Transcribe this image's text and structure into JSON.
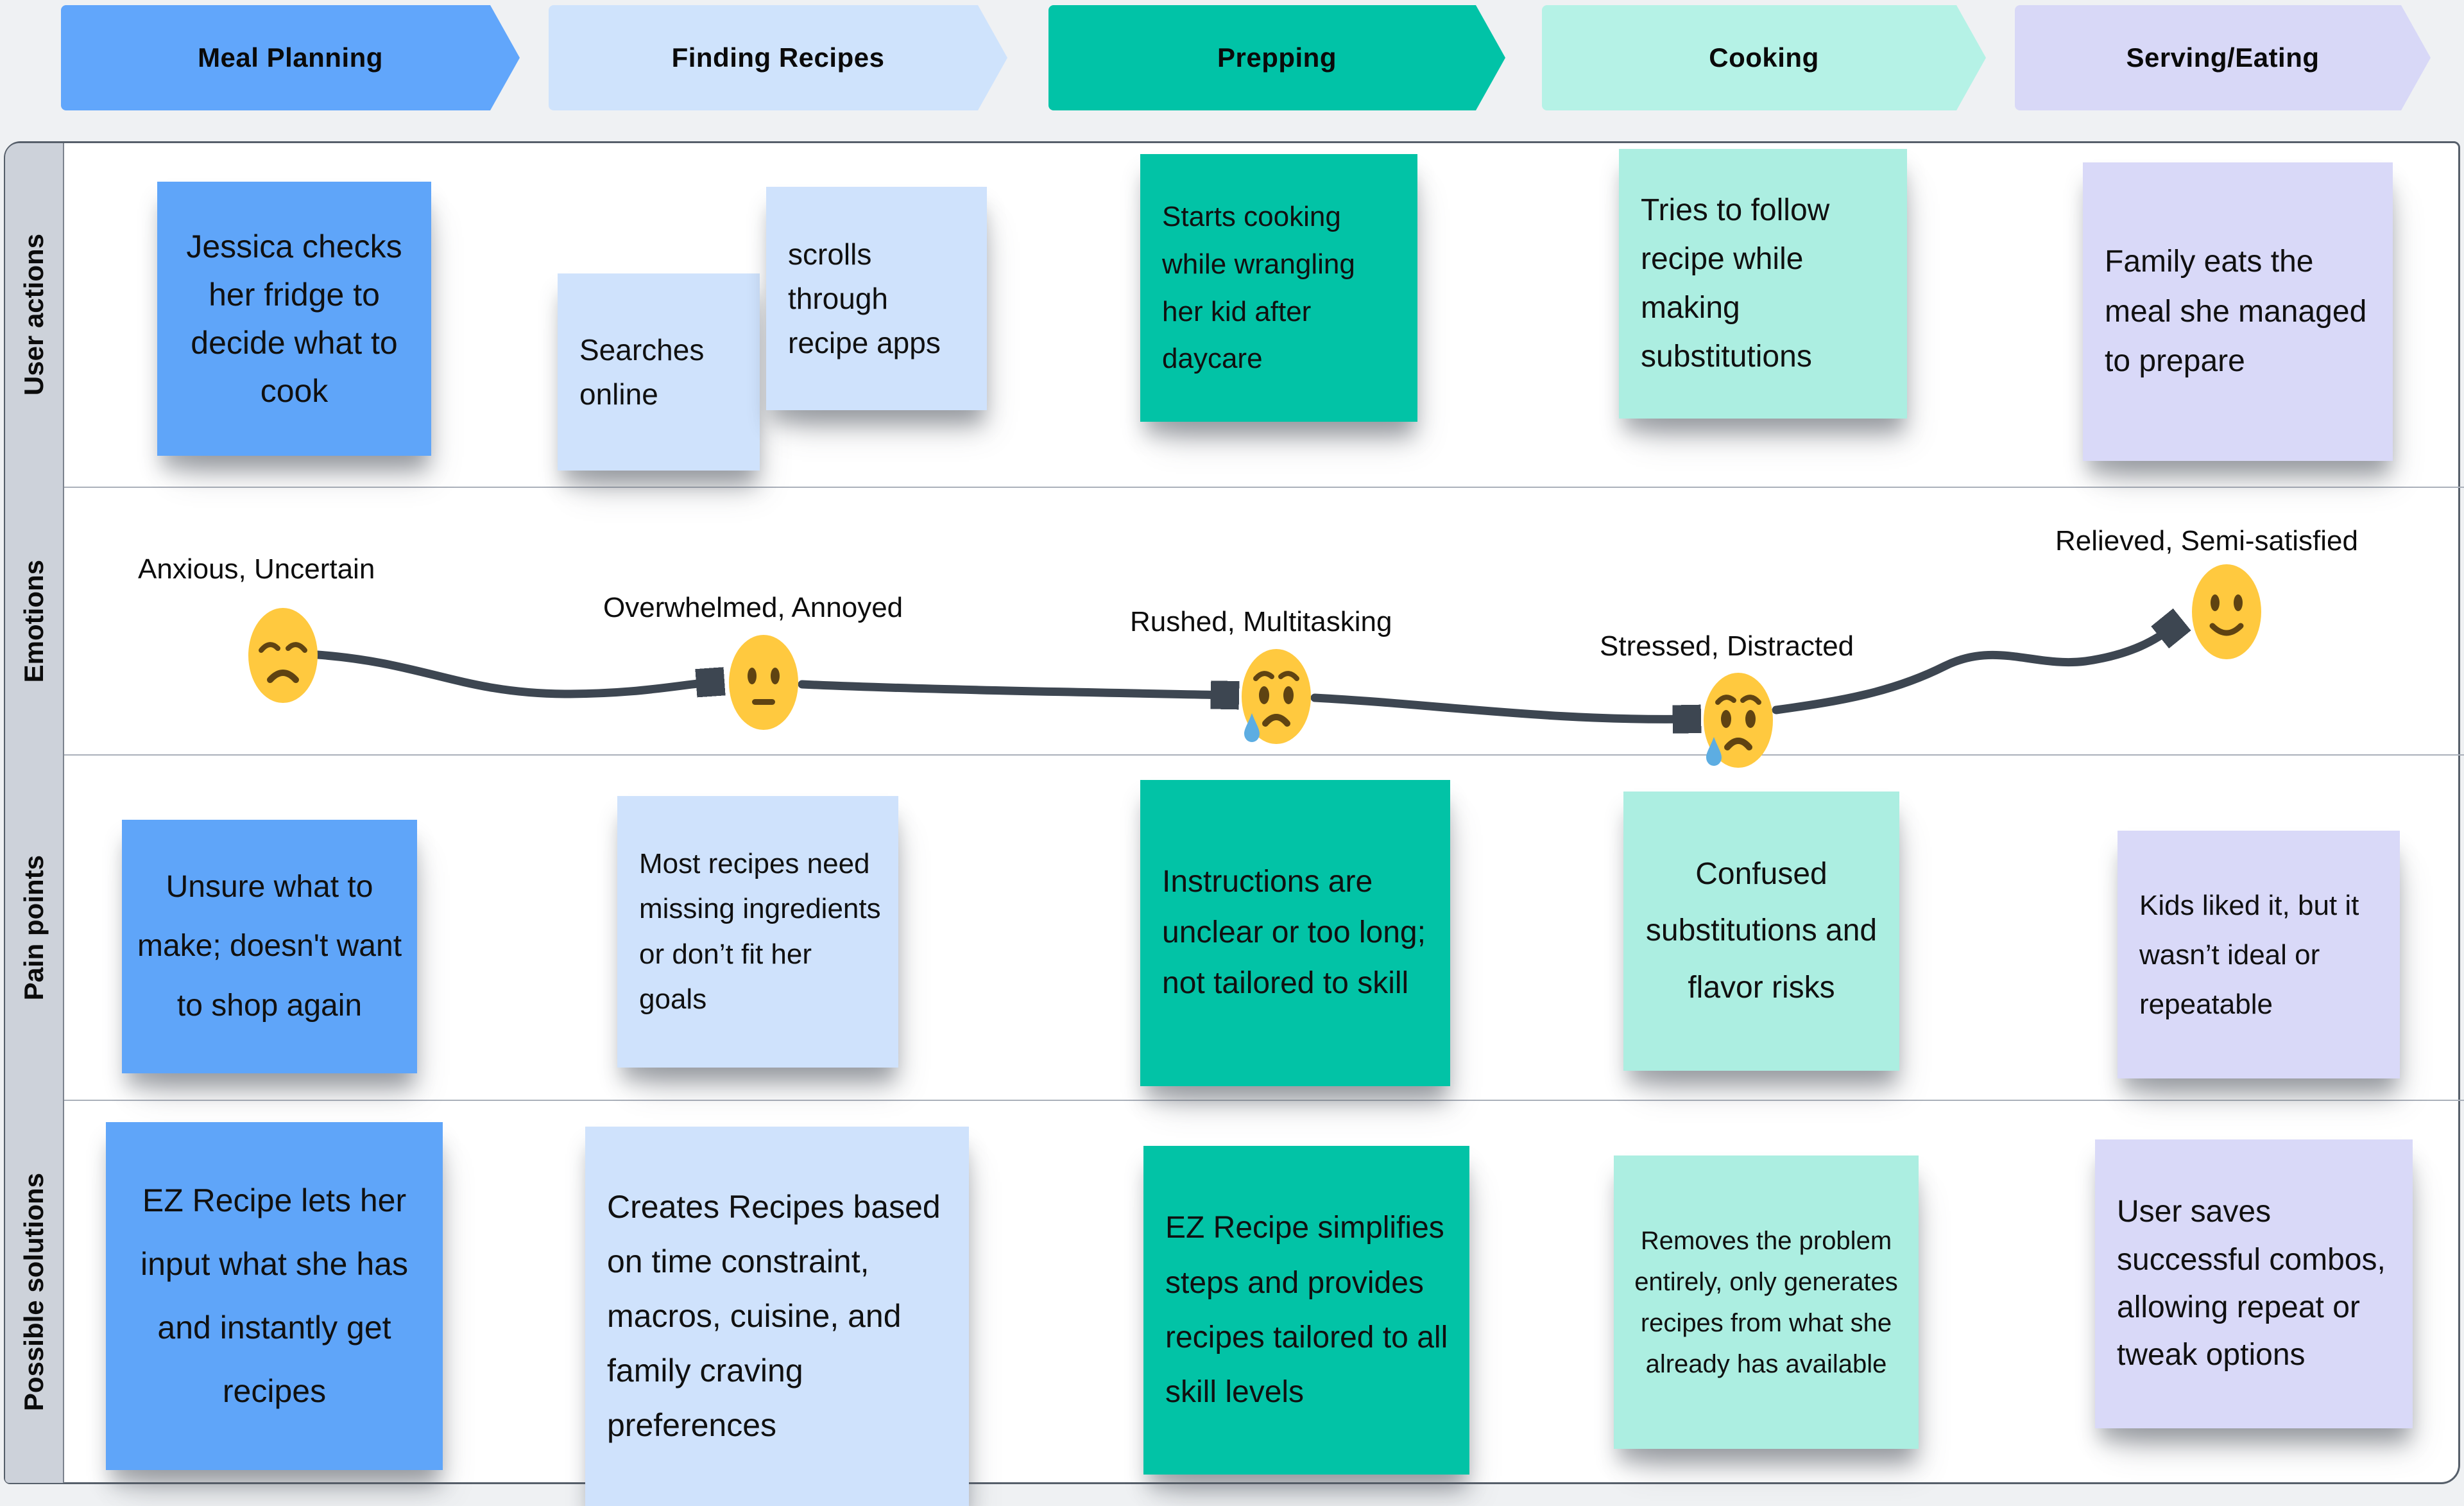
{
  "phases": [
    {
      "label": "Meal Planning",
      "color": "#61a6fb"
    },
    {
      "label": "Finding Recipes",
      "color": "#cfe3fc"
    },
    {
      "label": "Prepping",
      "color": "#01c3a7"
    },
    {
      "label": "Cooking",
      "color": "#b5f2e6"
    },
    {
      "label": "Serving/Eating",
      "color": "#d8d8f7"
    }
  ],
  "row_labels": {
    "user_actions": "User actions",
    "emotions": "Emotions",
    "pain_points": "Pain points",
    "possible_solutions": "Possible solutions"
  },
  "user_actions": {
    "meal_planning": "Jessica checks her fridge to decide what to cook",
    "finding_recipes_a": "Searches online",
    "finding_recipes_b": "scrolls through recipe apps",
    "prepping": "Starts cooking while wrangling her kid after daycare",
    "cooking": "Tries to follow recipe while making substitutions",
    "serving_eating": "Family eats the meal she managed to prepare"
  },
  "emotions": {
    "meal_planning": {
      "label": "Anxious, Uncertain",
      "emoji": "disappointed-face"
    },
    "finding_recipes": {
      "label": "Overwhelmed, Annoyed",
      "emoji": "neutral-face"
    },
    "prepping": {
      "label": "Rushed, Multitasking",
      "emoji": "sad-tear-face"
    },
    "cooking": {
      "label": "Stressed, Distracted",
      "emoji": "sad-tear-face"
    },
    "serving_eating": {
      "label": "Relieved, Semi-satisfied",
      "emoji": "slightly-smiling-face"
    }
  },
  "pain_points": {
    "meal_planning": "Unsure what to make; doesn't want to shop again",
    "finding_recipes": "Most recipes need missing ingredients or don’t fit her goals",
    "prepping": "Instructions are unclear or too long; not tailored to skill",
    "cooking": "Confused substitutions and flavor risks",
    "serving_eating": "Kids liked it, but it wasn’t ideal or repeatable"
  },
  "possible_solutions": {
    "meal_planning": "EZ Recipe lets her input what she has and instantly get recipes",
    "finding_recipes": "Creates Recipes based on time constraint, macros, cuisine, and family craving preferences",
    "prepping": "EZ Recipe simplifies steps and provides recipes tailored to all skill levels",
    "cooking": "Removes the problem entirely, only generates recipes from what she already has available",
    "serving_eating": "User saves successful combos, allowing repeat or tweak options"
  },
  "colors": {
    "page_bg": "#eff1f3",
    "table_bg": "#ffffff",
    "sidebar_bg": "#cdd2da",
    "border_dark": "#565f6a",
    "grid_line": "#aab0ba",
    "note_blue": "#5fa5f9",
    "note_blue_light": "#cfe2fc",
    "note_teal": "#02c3a6",
    "note_teal_light": "#aceee1",
    "note_lavender": "#d9d9f8",
    "emotion_line": "#3d4651",
    "emoji_face": "#ffc93f",
    "emoji_features": "#5f4312",
    "emoji_tear": "#5dade2"
  }
}
